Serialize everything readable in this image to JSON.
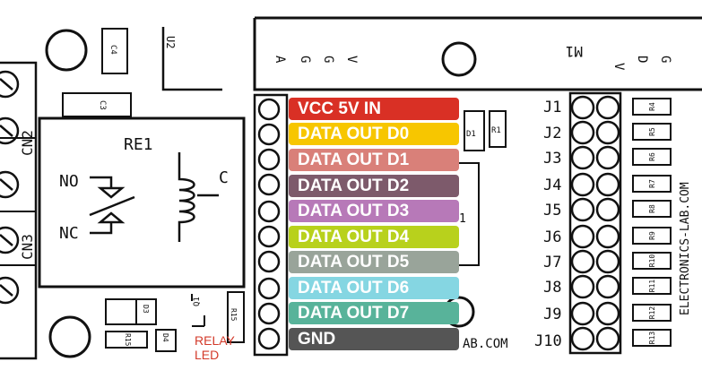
{
  "board": {
    "relay_label": "RE1",
    "relay_no": "NO",
    "relay_nc": "NC",
    "relay_c": "C",
    "connector_cn2": "CN2",
    "connector_cn3": "CN3",
    "u2": "U2",
    "m1": "M1",
    "c3": "C3",
    "c4": "C4",
    "d1": "D1",
    "r1": "R1",
    "d3": "D3",
    "d4": "D4",
    "r15": "R15",
    "q1": "Q1",
    "pin_a": "A",
    "pin_g1": "G",
    "pin_g2": "G",
    "pin_v": "V",
    "pin_v2": "V",
    "pin_d": "D",
    "pin_g3": "G",
    "website": "ELECTRONICS-LAB.COM",
    "website_bottom": "AB.COM",
    "pin_partial_1": "1",
    "jumpers": [
      "J1",
      "J2",
      "J3",
      "J4",
      "J5",
      "J6",
      "J7",
      "J8",
      "J9",
      "J10"
    ],
    "resistors": [
      "R4",
      "R5",
      "R6",
      "R7",
      "R8",
      "R9",
      "R10",
      "R11",
      "R12",
      "R13"
    ]
  },
  "labels": [
    {
      "text": "VCC 5V IN",
      "color": "#d93025"
    },
    {
      "text": "DATA OUT D0",
      "color": "#f7c600"
    },
    {
      "text": "DATA OUT D1",
      "color": "#d98079"
    },
    {
      "text": "DATA OUT D2",
      "color": "#7d5a6b"
    },
    {
      "text": "DATA OUT D3",
      "color": "#b779b8"
    },
    {
      "text": "DATA OUT D4",
      "color": "#b8d11c"
    },
    {
      "text": "DATA OUT D5",
      "color": "#99a49a"
    },
    {
      "text": "DATA OUT D6",
      "color": "#85d6e2"
    },
    {
      "text": "DATA OUT D7",
      "color": "#58b39a"
    },
    {
      "text": "GND",
      "color": "#555555"
    }
  ],
  "relay_led": {
    "line1": "RELAY",
    "line2": "LED"
  }
}
